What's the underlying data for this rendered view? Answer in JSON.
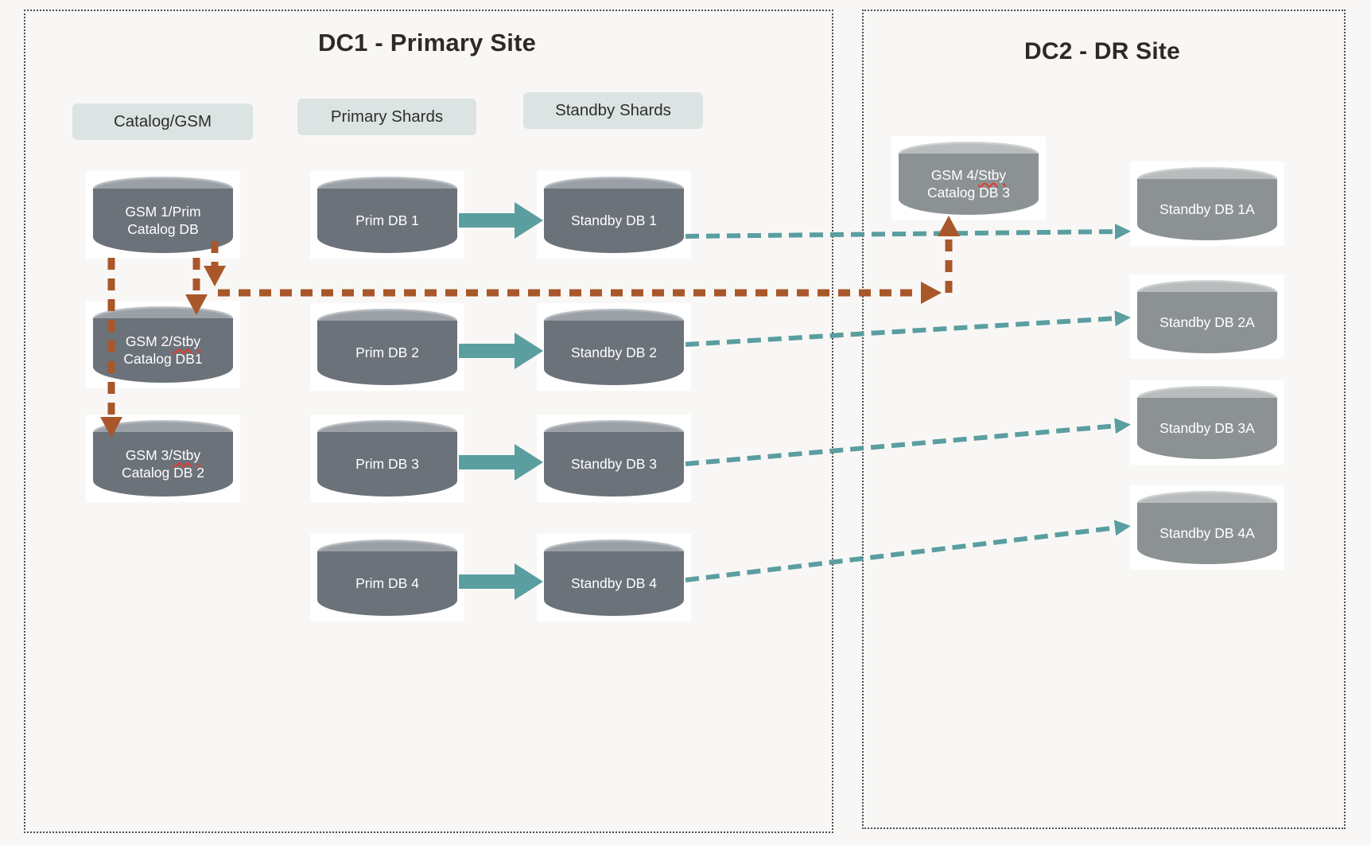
{
  "diagram": {
    "background": "#F8F7F5",
    "colors": {
      "teal_accent": "#5A9EA0",
      "brown_accent": "#A9572A",
      "cylinder_dark_body": "#6C727A",
      "cylinder_dark_top": "#9AA0A5",
      "cylinder_light_body": "#8C9294",
      "cylinder_light_top": "#B8BCBD",
      "pill_background": "#DCE3E3",
      "squiggle_red": "#E23D2E"
    }
  },
  "dc1": {
    "title": "DC1 - Primary Site",
    "labels": {
      "catalog": "Catalog/GSM",
      "primary": "Primary Shards",
      "standby": "Standby Shards"
    }
  },
  "dc2": {
    "title": "DC2 - DR Site"
  },
  "nodes": {
    "gsm1": {
      "line1_pre": "GSM 1/Prim",
      "line1_squiggle": "",
      "line2": "Catalog DB"
    },
    "gsm2": {
      "line1_pre": "GSM 2/",
      "line1_squiggle": "Stby",
      "line2": "Catalog DB1"
    },
    "gsm3": {
      "line1_pre": "GSM 3/",
      "line1_squiggle": "Stby",
      "line2": "Catalog DB 2"
    },
    "gsm4": {
      "line1_pre": "GSM 4/",
      "line1_squiggle": "Stby",
      "line2": "Catalog DB 3"
    },
    "prim1": {
      "line1_pre": "Prim DB 1",
      "line1_squiggle": "",
      "line2": ""
    },
    "prim2": {
      "line1_pre": "Prim DB 2",
      "line1_squiggle": "",
      "line2": ""
    },
    "prim3": {
      "line1_pre": "Prim DB 3",
      "line1_squiggle": "",
      "line2": ""
    },
    "prim4": {
      "line1_pre": "Prim DB 4",
      "line1_squiggle": "",
      "line2": ""
    },
    "stby1": {
      "line1_pre": "Standby DB 1",
      "line1_squiggle": "",
      "line2": ""
    },
    "stby2": {
      "line1_pre": "Standby DB 2",
      "line1_squiggle": "",
      "line2": ""
    },
    "stby3": {
      "line1_pre": "Standby DB 3",
      "line1_squiggle": "",
      "line2": ""
    },
    "stby4": {
      "line1_pre": "Standby DB 4",
      "line1_squiggle": "",
      "line2": ""
    },
    "stby1a": {
      "line1_pre": "Standby DB 1A",
      "line1_squiggle": "",
      "line2": ""
    },
    "stby2a": {
      "line1_pre": "Standby DB 2A",
      "line1_squiggle": "",
      "line2": ""
    },
    "stby3a": {
      "line1_pre": "Standby DB 3A",
      "line1_squiggle": "",
      "line2": ""
    },
    "stby4a": {
      "line1_pre": "Standby DB 4A",
      "line1_squiggle": "",
      "line2": ""
    }
  },
  "edges": [
    {
      "from": "Prim DB 1",
      "to": "Standby DB 1",
      "style": "solid",
      "color": "teal"
    },
    {
      "from": "Prim DB 2",
      "to": "Standby DB 2",
      "style": "solid",
      "color": "teal"
    },
    {
      "from": "Prim DB 3",
      "to": "Standby DB 3",
      "style": "solid",
      "color": "teal"
    },
    {
      "from": "Prim DB 4",
      "to": "Standby DB 4",
      "style": "solid",
      "color": "teal"
    },
    {
      "from": "Standby DB 1",
      "to": "Standby DB 1A",
      "style": "dashed",
      "color": "teal"
    },
    {
      "from": "Standby DB 2",
      "to": "Standby DB 2A",
      "style": "dashed",
      "color": "teal"
    },
    {
      "from": "Standby DB 3",
      "to": "Standby DB 3A",
      "style": "dashed",
      "color": "teal"
    },
    {
      "from": "Standby DB 4",
      "to": "Standby DB 4A",
      "style": "dashed",
      "color": "teal"
    },
    {
      "from": "GSM 1/Prim Catalog DB",
      "to": "GSM 2/Stby Catalog DB1",
      "style": "dashed",
      "color": "brown"
    },
    {
      "from": "GSM 1/Prim Catalog DB",
      "to": "GSM 3/Stby Catalog DB 2",
      "style": "dashed",
      "color": "brown"
    },
    {
      "from": "GSM 1/Prim Catalog DB",
      "to": "GSM 4/Stby Catalog DB 3",
      "style": "dashed",
      "color": "brown"
    }
  ]
}
